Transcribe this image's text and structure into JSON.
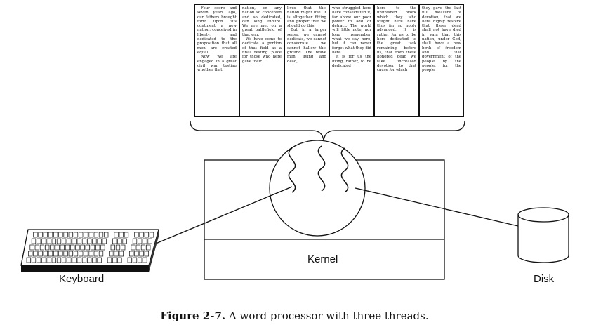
{
  "document": {
    "columns": [
      [
        "Four score and seven years ago, our fathers brought forth upon this continent a new nation: conceived in liberty, and dedicated to the proposition that all men are created equal.",
        "Now we are engaged in a great civil war testing whether that"
      ],
      [
        "nation, or any nation so conceived and so dedicated, can long endure. We are met on a great battlefield of that war.",
        "We have come to dedicate a portion of that field as a final resting place for those who here gave their"
      ],
      [
        "lives that this nation might live. It is altogether fitting and proper that we should do this.",
        "But, in a larger sense, we cannot dedicate, we cannot consecrate we cannot hallow this ground. The brave men, living and dead,"
      ],
      [
        "who struggled here have consecrated it, far above our poor power to add or detract. The world will little note, nor long remember, what we say here, but it can never forget what they did here.",
        "It is for us the living, rather, to be dedicated"
      ],
      [
        "here to the unfinished work which they who fought here have thus far so nobly advanced. It is rather for us to be here dedicated to the great task remaining before us, that from these honored dead we take increased devotion to that cause for which"
      ],
      [
        "they gave the last full measure of devotion, that we here highly resolve that these dead shall not have died in vain that this nation, under God, shall have a new birth of freedom and that government of the people by the people, for the people"
      ]
    ]
  },
  "labels": {
    "kernel": "Kernel",
    "keyboard": "Keyboard",
    "disk": "Disk"
  },
  "caption": {
    "figure_number": "Figure 2-7.",
    "text": "A word processor with three threads."
  },
  "threads": {
    "count": 3
  }
}
